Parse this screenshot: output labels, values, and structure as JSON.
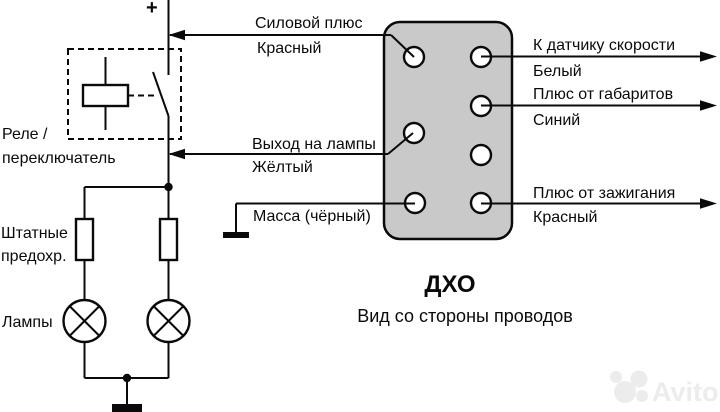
{
  "colors": {
    "ink": "#0a0a0a",
    "connector_fill": "#c9c9c9",
    "watermark": "#ececec"
  },
  "terminal": {
    "plus": "+"
  },
  "components": {
    "relay_label_line1": "Реле /",
    "relay_label_line2": "переключатель",
    "fuses_label_line1": "Штатные",
    "fuses_label_line2": "предохр.",
    "lamps_label": "Лампы"
  },
  "wires": {
    "power_plus": {
      "name": "Силовой плюс",
      "color": "Красный"
    },
    "lamp_output": {
      "name": "Выход на лампы",
      "color": "Жёлтый"
    },
    "ground": {
      "name": "Масса (чёрный)"
    },
    "speed_sensor": {
      "name": "К датчику скорости",
      "color": "Белый"
    },
    "parking_lights": {
      "name": "Плюс от габаритов",
      "color": "Синий"
    },
    "ignition": {
      "name": "Плюс от зажигания",
      "color": "Красный"
    }
  },
  "connector": {
    "title": "ДХО",
    "subtitle": "Вид со стороны проводов"
  },
  "watermark": {
    "text": "Avito"
  }
}
